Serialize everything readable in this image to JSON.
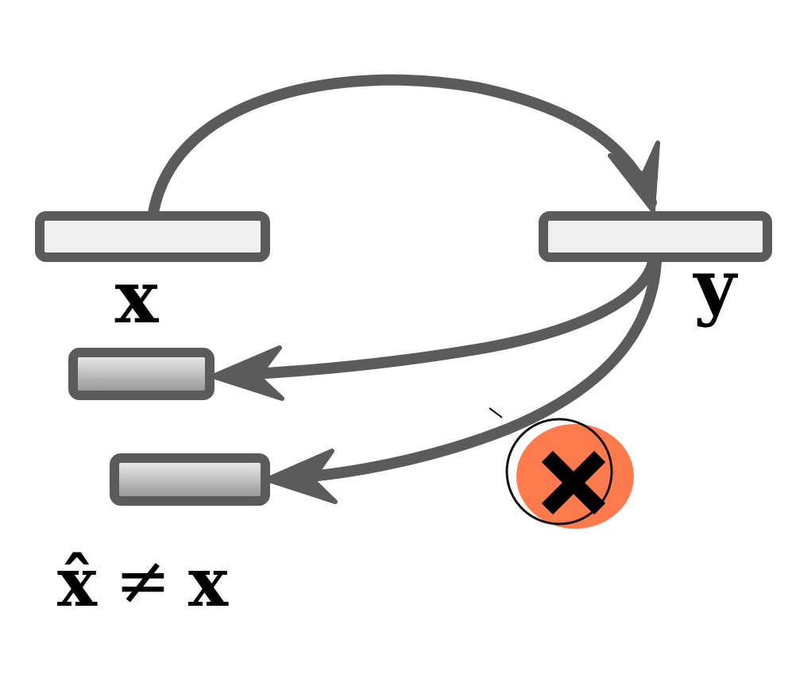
{
  "labels": {
    "x": "x",
    "y": "y",
    "x_hat": "x̂",
    "neq": "≠",
    "x_rhs": "x"
  },
  "colors": {
    "stroke": "#5b5b5b",
    "box_fill_light": "#efefef",
    "box_grad_top": "#f2f2f2",
    "box_grad_bottom": "#8e8e8e",
    "error_badge": "#ff7a4d"
  },
  "icons": {
    "error": "cross-icon"
  }
}
